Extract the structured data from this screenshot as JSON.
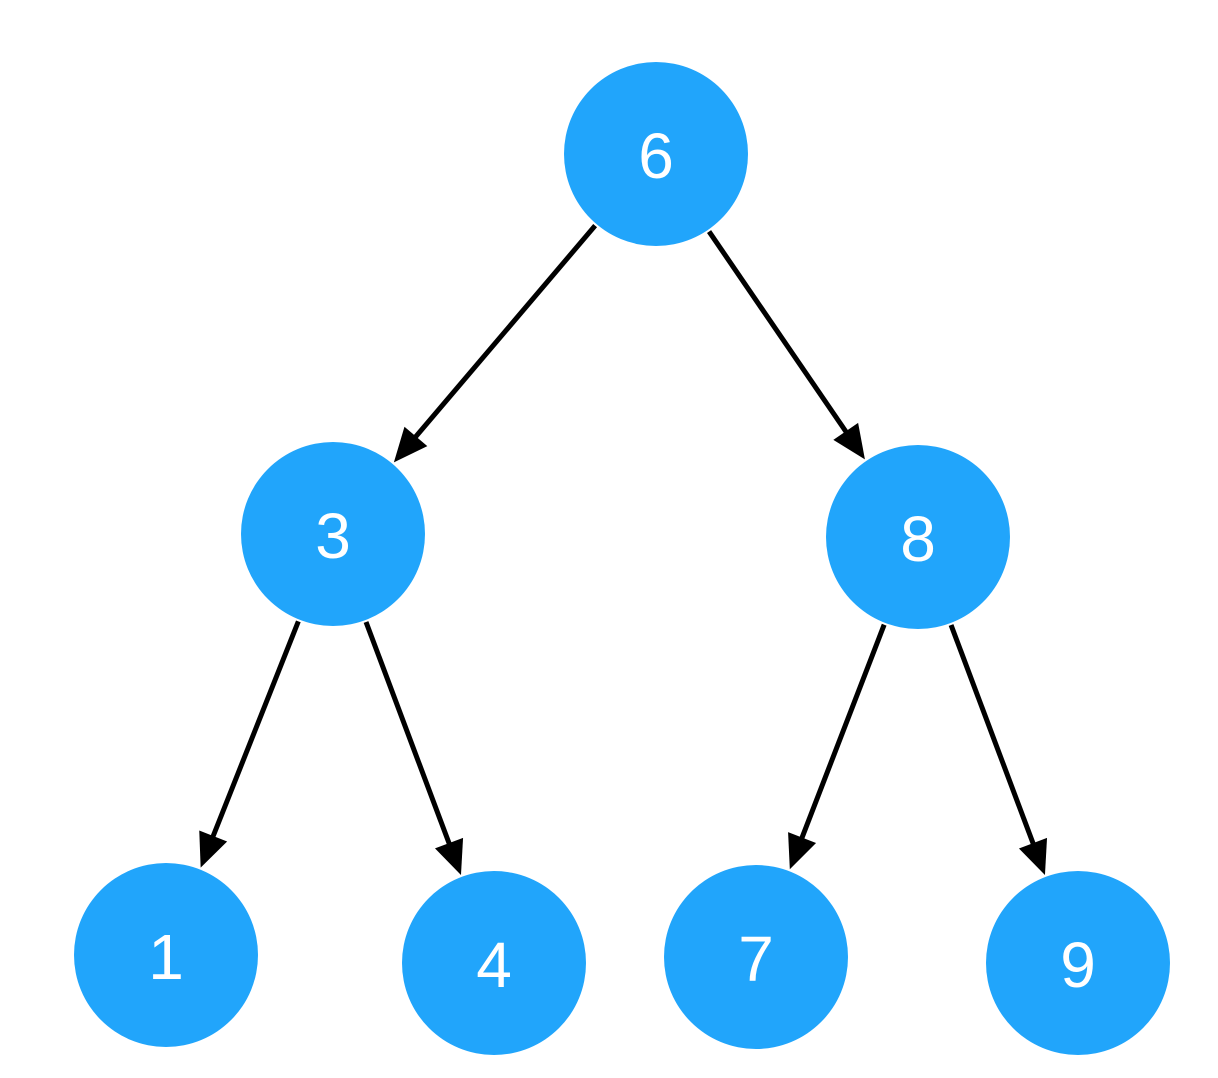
{
  "diagram": {
    "type": "binary-tree",
    "node_color": "#21a5fb",
    "label_color": "#ffffff",
    "edge_color": "#000000",
    "nodes": [
      {
        "id": "n6",
        "label": "6"
      },
      {
        "id": "n3",
        "label": "3"
      },
      {
        "id": "n8",
        "label": "8"
      },
      {
        "id": "n1",
        "label": "1"
      },
      {
        "id": "n4",
        "label": "4"
      },
      {
        "id": "n7",
        "label": "7"
      },
      {
        "id": "n9",
        "label": "9"
      }
    ],
    "edges": [
      {
        "from": "n6",
        "to": "n3"
      },
      {
        "from": "n6",
        "to": "n8"
      },
      {
        "from": "n3",
        "to": "n1"
      },
      {
        "from": "n3",
        "to": "n4"
      },
      {
        "from": "n8",
        "to": "n7"
      },
      {
        "from": "n8",
        "to": "n9"
      }
    ]
  }
}
